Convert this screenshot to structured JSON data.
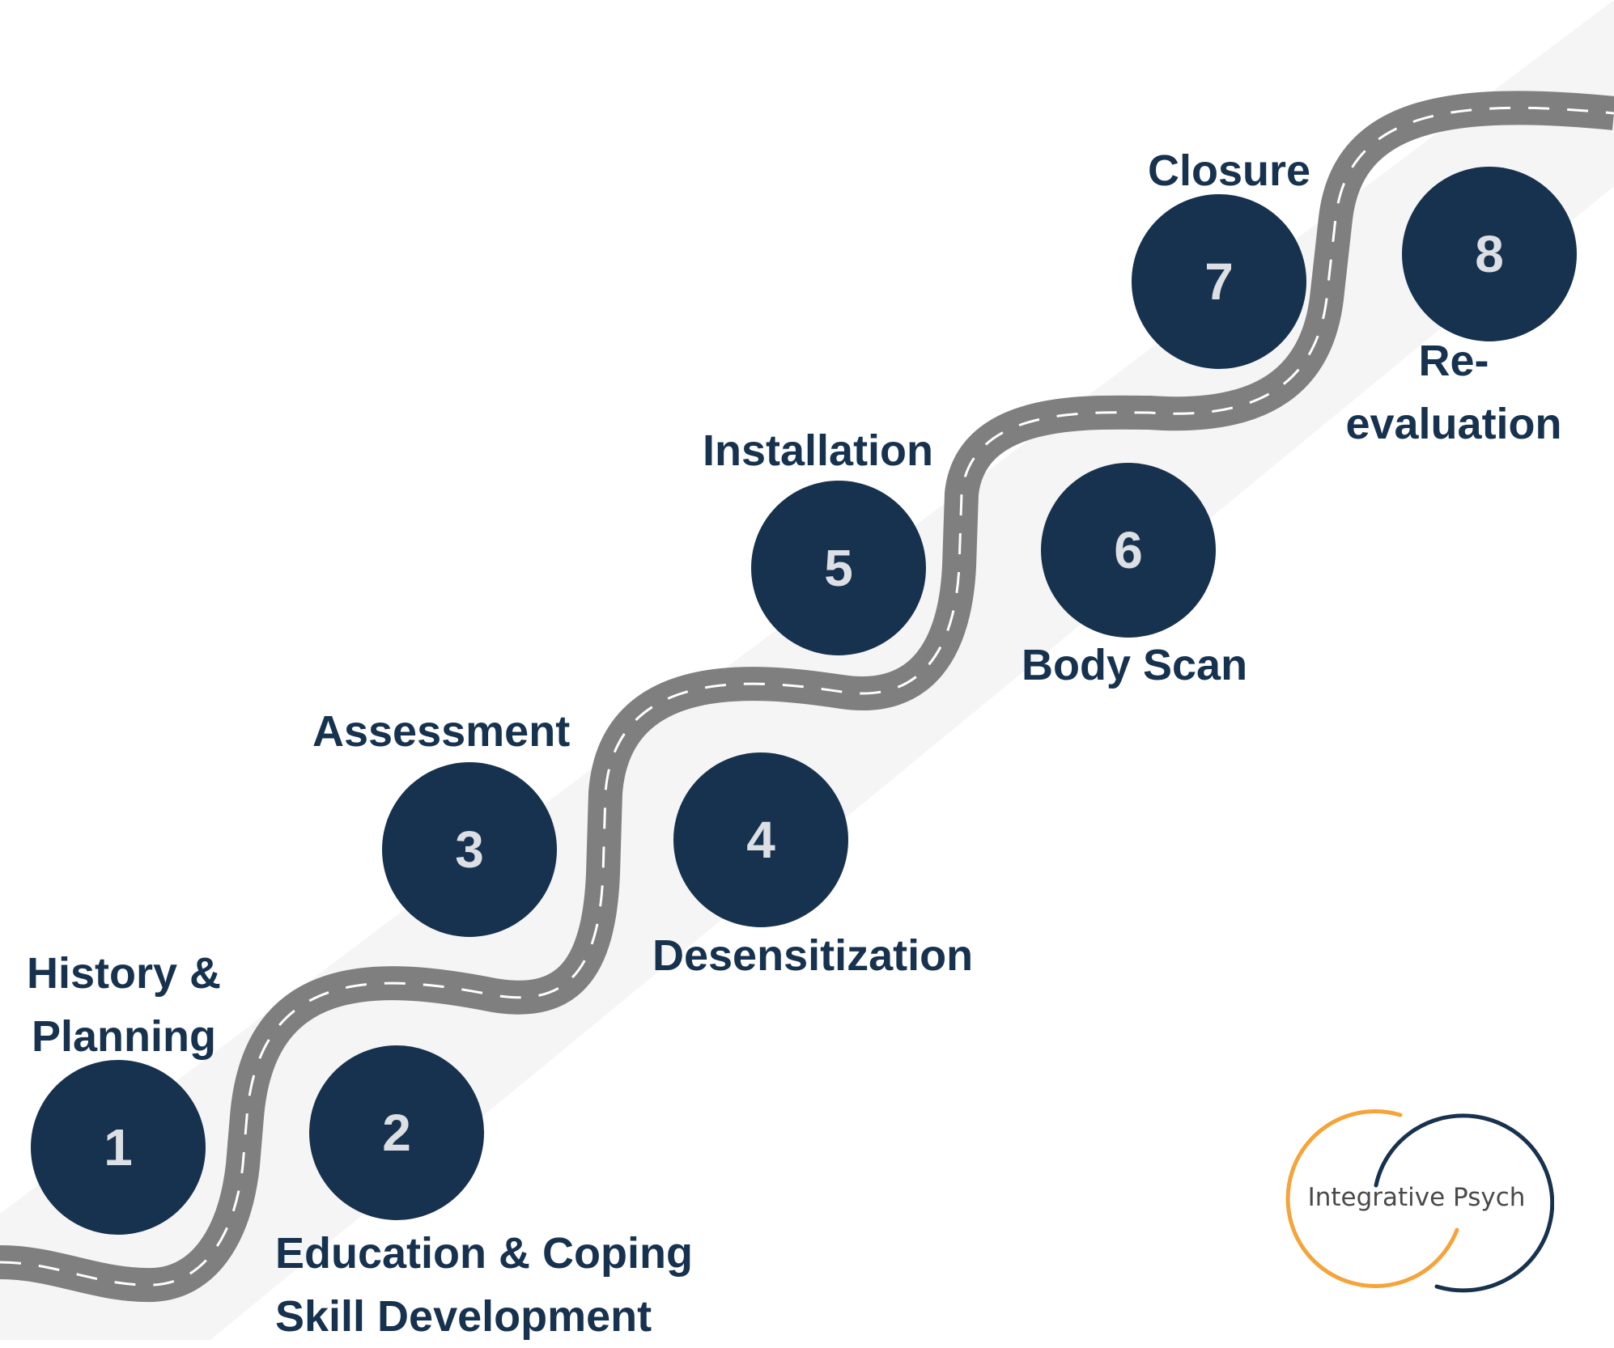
{
  "colors": {
    "navy": "#17324f",
    "road": "#7f7f7f",
    "road_dash": "#ffffff",
    "number": "#dcdfe4",
    "logo_orange": "#f5a43a",
    "logo_navy": "#17324f",
    "band": "#f5f5f5"
  },
  "steps": [
    {
      "number": "1",
      "label_lines": [
        "History &",
        "Planning"
      ]
    },
    {
      "number": "2",
      "label_lines": [
        "Education & Coping",
        "Skill Development"
      ]
    },
    {
      "number": "3",
      "label_lines": [
        "Assessment"
      ]
    },
    {
      "number": "4",
      "label_lines": [
        "Desensitization"
      ]
    },
    {
      "number": "5",
      "label_lines": [
        "Installation"
      ]
    },
    {
      "number": "6",
      "label_lines": [
        "Body Scan"
      ]
    },
    {
      "number": "7",
      "label_lines": [
        "Closure"
      ]
    },
    {
      "number": "8",
      "label_lines": [
        "Re-",
        "evaluation"
      ]
    }
  ],
  "logo": {
    "text": "Integrative Psych",
    "icon": "two-interlocking-circles-logo"
  }
}
